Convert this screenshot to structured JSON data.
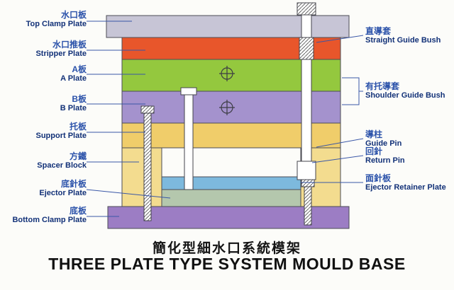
{
  "title": {
    "cn": "簡化型細水口系統模架",
    "en": "THREE PLATE TYPE SYSTEM MOULD BASE"
  },
  "left_labels": [
    {
      "cn": "水口板",
      "en": "Top Clamp Plate"
    },
    {
      "cn": "水口推板",
      "en": "Stripper Plate"
    },
    {
      "cn": "A板",
      "en": "A Plate"
    },
    {
      "cn": "B板",
      "en": "B Plate"
    },
    {
      "cn": "托板",
      "en": "Support Plate"
    },
    {
      "cn": "方鐵",
      "en": "Spacer Block"
    },
    {
      "cn": "底針板",
      "en": "Ejector Plate"
    },
    {
      "cn": "底板",
      "en": "Bottom Clamp Plate"
    }
  ],
  "right_labels": [
    {
      "cn": "直導套",
      "en": "Straight Guide Bush"
    },
    {
      "cn": "有托導套",
      "en": "Shoulder Guide Bush"
    },
    {
      "cn": "導柱",
      "en": "Guide Pin"
    },
    {
      "cn": "回針",
      "en": "Return Pin"
    },
    {
      "cn": "面針板",
      "en": "Ejector Retainer Plate"
    }
  ],
  "colors": {
    "top_clamp_plate": "#c7c5d6",
    "stripper_plate": "#e8562b",
    "a_plate": "#94c83e",
    "b_plate": "#a492cd",
    "support_plate": "#f0cd6a",
    "spacer_block": "#f3dc8f",
    "ejector_retainer_plate": "#7db9dd",
    "ejector_plate": "#b4c7ad",
    "bottom_clamp_plate": "#9c7dc4",
    "label_cn": "#2b52aa",
    "label_en": "#123178",
    "leader_line": "#3a57a7"
  }
}
